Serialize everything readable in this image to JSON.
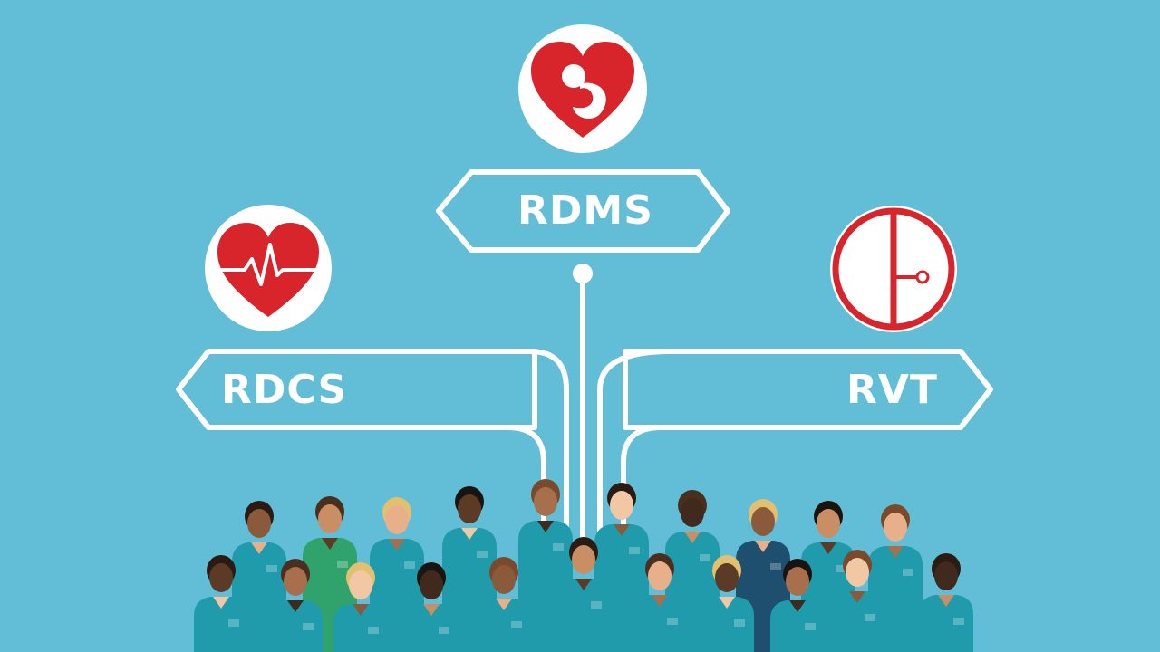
{
  "signs": {
    "center": {
      "label": "RDMS",
      "icon": "fetus-heart-icon"
    },
    "left": {
      "label": "RDCS",
      "icon": "heartbeat-heart-icon"
    },
    "right": {
      "label": "RVT",
      "icon": "vascular-probe-icon"
    }
  },
  "colors": {
    "background": "#62bdd6",
    "sign_outline": "#ffffff",
    "icon_red": "#d8252b",
    "scrubs_teal": "#1f9bab",
    "scrubs_green": "#2fa36b",
    "scrubs_navy": "#1f4f6e"
  },
  "crowd": {
    "description_icon": "healthcare-workers-group"
  }
}
